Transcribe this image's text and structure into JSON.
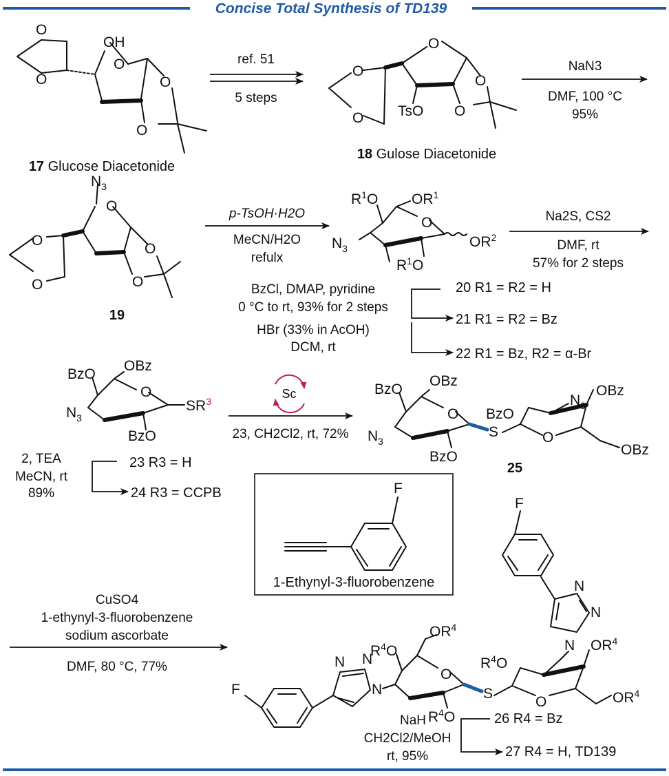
{
  "title": "Concise Total Synthesis of TD139",
  "colors": {
    "accent": "#1f5aa6",
    "sc_icon": "#c2185b",
    "thio_bond": "#1f5aa6"
  },
  "compounds": {
    "c17": {
      "num": "17",
      "name": "Glucose Diacetonide"
    },
    "c18": {
      "num": "18",
      "name": "Gulose Diacetonide"
    },
    "c19": {
      "num": "19"
    },
    "c25": {
      "num": "25"
    },
    "box_name": "1-Ethynyl-3-fluorobenzene"
  },
  "arrows": {
    "a1": {
      "top": "ref. 51",
      "bottom": "5 steps"
    },
    "a2": {
      "top": "NaN3",
      "bottom1": "DMF, 100 °C",
      "bottom2": "95%"
    },
    "a3": {
      "top": "p-TsOH·H2O",
      "bottom1": "MeCN/H2O",
      "bottom2": "refulx"
    },
    "a4": {
      "top": "Na2S, CS2",
      "bottom1": "DMF, rt",
      "bottom2": "57% for 2 steps"
    },
    "a5": {
      "l1": "BzCl, DMAP, pyridine",
      "l2": "0 °C to rt, 93% for 2 steps",
      "l3": "HBr (33% in AcOH)",
      "l4": "DCM, rt"
    },
    "a6": {
      "icon": "Sc",
      "bottom": "23, CH2Cl2, rt, 72%"
    },
    "a7": {
      "l1": "2, TEA",
      "l2": "MeCN, rt",
      "l3": "89%"
    },
    "a8": {
      "l1": "CuSO4",
      "l2": "1-ethynyl-3-fluorobenzene",
      "l3": "sodium ascorbate",
      "bottom": "DMF, 80 °C, 77%"
    },
    "a9": {
      "l1": "NaH",
      "l2": "CH2Cl2/MeOH",
      "l3": "rt, 95%"
    }
  },
  "products": {
    "p20": "20 R1 = R2 = H",
    "p21": "21 R1 = R2 = Bz",
    "p22": "22 R1 = Bz, R2 = α-Br",
    "p23": "23 R3 = H",
    "p24": "24 R3 = CCPB",
    "p26": "26 R4 = Bz",
    "p27": "27 R4 = H, TD139"
  }
}
